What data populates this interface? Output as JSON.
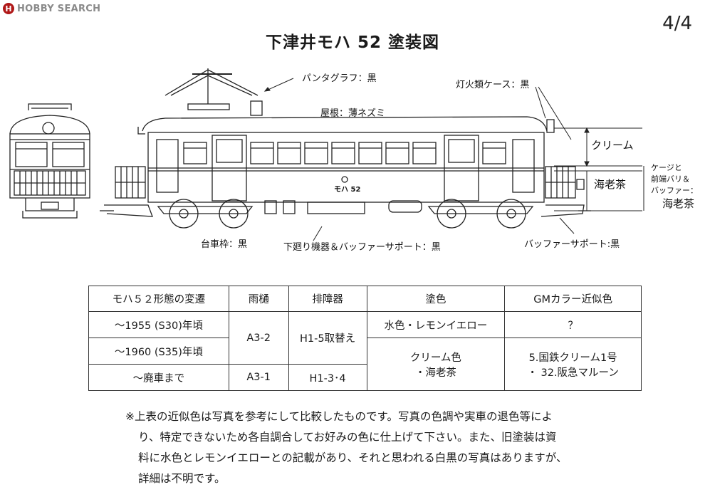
{
  "header": {
    "logo_text": "HOBBY SEARCH",
    "page_number": "4/4"
  },
  "title": "下津井モハ 52 塗装図",
  "labels": {
    "pantograph": "パンタグラフ：黒",
    "lamp_case": "灯火類ケース：黒",
    "roof": "屋根：薄ネズミ",
    "cream": "クリーム",
    "maroon": "海老茶",
    "gauge_line1": "ケージと",
    "gauge_line2": "前端バリ＆",
    "gauge_line3": "バッファー：",
    "gauge_maroon": "海老茶",
    "bogie": "台車枠：黒",
    "underfloor": "下廻り機器＆バッファーサポート：黒",
    "buffer_support": "バッファーサポート:黒",
    "car_number": "モハ 52"
  },
  "table": {
    "headers": [
      "モハ５２形態の変遷",
      "雨樋",
      "排障器",
      "塗色",
      "GMカラー近似色"
    ],
    "rows": [
      {
        "period": "～1955 (S30)年頃"
      },
      {
        "period": "～1960 (S35)年頃"
      },
      {
        "period": "～廃車まで"
      }
    ],
    "gutter_a": "A3-2",
    "guard_a": "H1-5取替え",
    "color_a": "水色・レモンイエロー",
    "gm_a": "？",
    "gutter_b": "A3-1",
    "guard_b": "H1-3･4",
    "color_b_line1": "クリーム色",
    "color_b_line2": "・海老茶",
    "gm_b_line1": "5.国鉄クリーム1号",
    "gm_b_line2": "・ 32.阪急マルーン"
  },
  "note": [
    "※上表の近似色は写真を参考にして比較したものです。写真の色調や実車の退色等によ",
    "り、特定できないため各自調合してお好みの色に仕上げて下さい。また、旧塗装は資",
    "料に水色とレモンイエローとの記載があり、それと思われる白黒の写真はありますが、",
    "詳細は不明です。"
  ]
}
